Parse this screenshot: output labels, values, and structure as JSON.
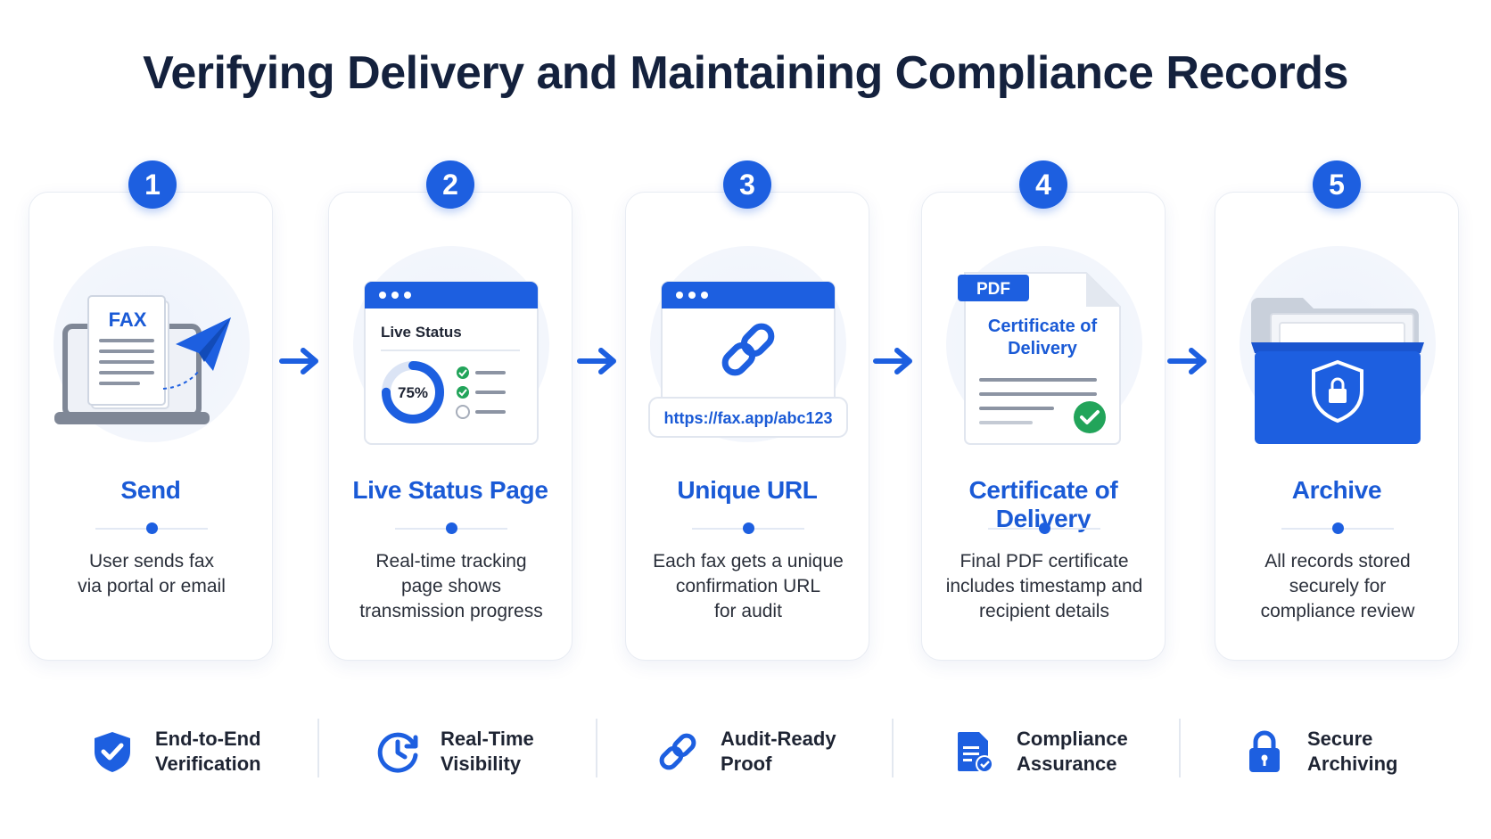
{
  "title": "Verifying Delivery and Maintaining Compliance Records",
  "steps": [
    {
      "number": "1",
      "title": "Send",
      "desc": [
        "User sends fax",
        "via portal or email"
      ],
      "illustration": {
        "doc_label": "FAX",
        "icon": "paper-plane-icon"
      }
    },
    {
      "number": "2",
      "title": "Live Status Page",
      "desc": [
        "Real-time tracking",
        "page shows",
        "transmission progress"
      ],
      "illustration": {
        "window_title": "Live Status",
        "progress_text": "75%",
        "progress": 0.75
      }
    },
    {
      "number": "3",
      "title": "Unique URL",
      "desc": [
        "Each fax gets a unique",
        "confirmation URL",
        "for audit"
      ],
      "illustration": {
        "url": "https://fax.app/abc123",
        "icon": "link-icon"
      }
    },
    {
      "number": "4",
      "title": "Certificate of Delivery",
      "desc": [
        "Final PDF certificate",
        "includes timestamp and",
        "recipient details"
      ],
      "illustration": {
        "tag": "PDF",
        "doc_title": [
          "Certificate of",
          "Delivery"
        ],
        "icon": "check-circle-icon"
      }
    },
    {
      "number": "5",
      "title": "Archive",
      "desc": [
        "All records stored",
        "securely for",
        "compliance review"
      ],
      "illustration": {
        "icon": "shield-lock-icon"
      }
    }
  ],
  "features": [
    {
      "label": [
        "End-to-End",
        "Verification"
      ],
      "icon": "shield-check-icon"
    },
    {
      "label": [
        "Real-Time",
        "Visibility"
      ],
      "icon": "clock-icon"
    },
    {
      "label": [
        "Audit-Ready",
        "Proof"
      ],
      "icon": "link-icon"
    },
    {
      "label": [
        "Compliance",
        "Assurance"
      ],
      "icon": "document-check-icon"
    },
    {
      "label": [
        "Secure",
        "Archiving"
      ],
      "icon": "padlock-icon"
    }
  ],
  "colors": {
    "accent": "#1d5fe0",
    "title": "#14213d",
    "success": "#22a45a"
  }
}
